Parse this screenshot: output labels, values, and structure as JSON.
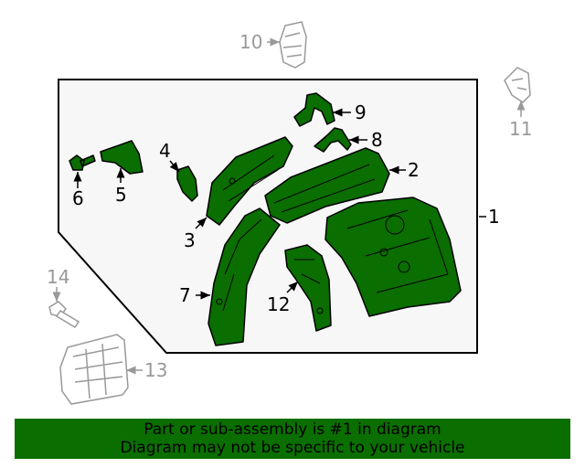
{
  "diagram": {
    "callouts": {
      "c1": "1",
      "c2": "2",
      "c3": "3",
      "c4": "4",
      "c5": "5",
      "c6": "6",
      "c7": "7",
      "c8": "8",
      "c9": "9",
      "c10": "10",
      "c11": "11",
      "c12": "12",
      "c13": "13",
      "c14": "14"
    },
    "colors": {
      "highlight_part": "#0a6e00",
      "other_part": "#ffffff",
      "other_callout": "#999999",
      "outline": "#000000",
      "panel_fill": "#f7f7f7"
    }
  },
  "banner": {
    "line1": "Part or sub-assembly is #1 in diagram",
    "line2": "Diagram may not be specific to your vehicle"
  }
}
